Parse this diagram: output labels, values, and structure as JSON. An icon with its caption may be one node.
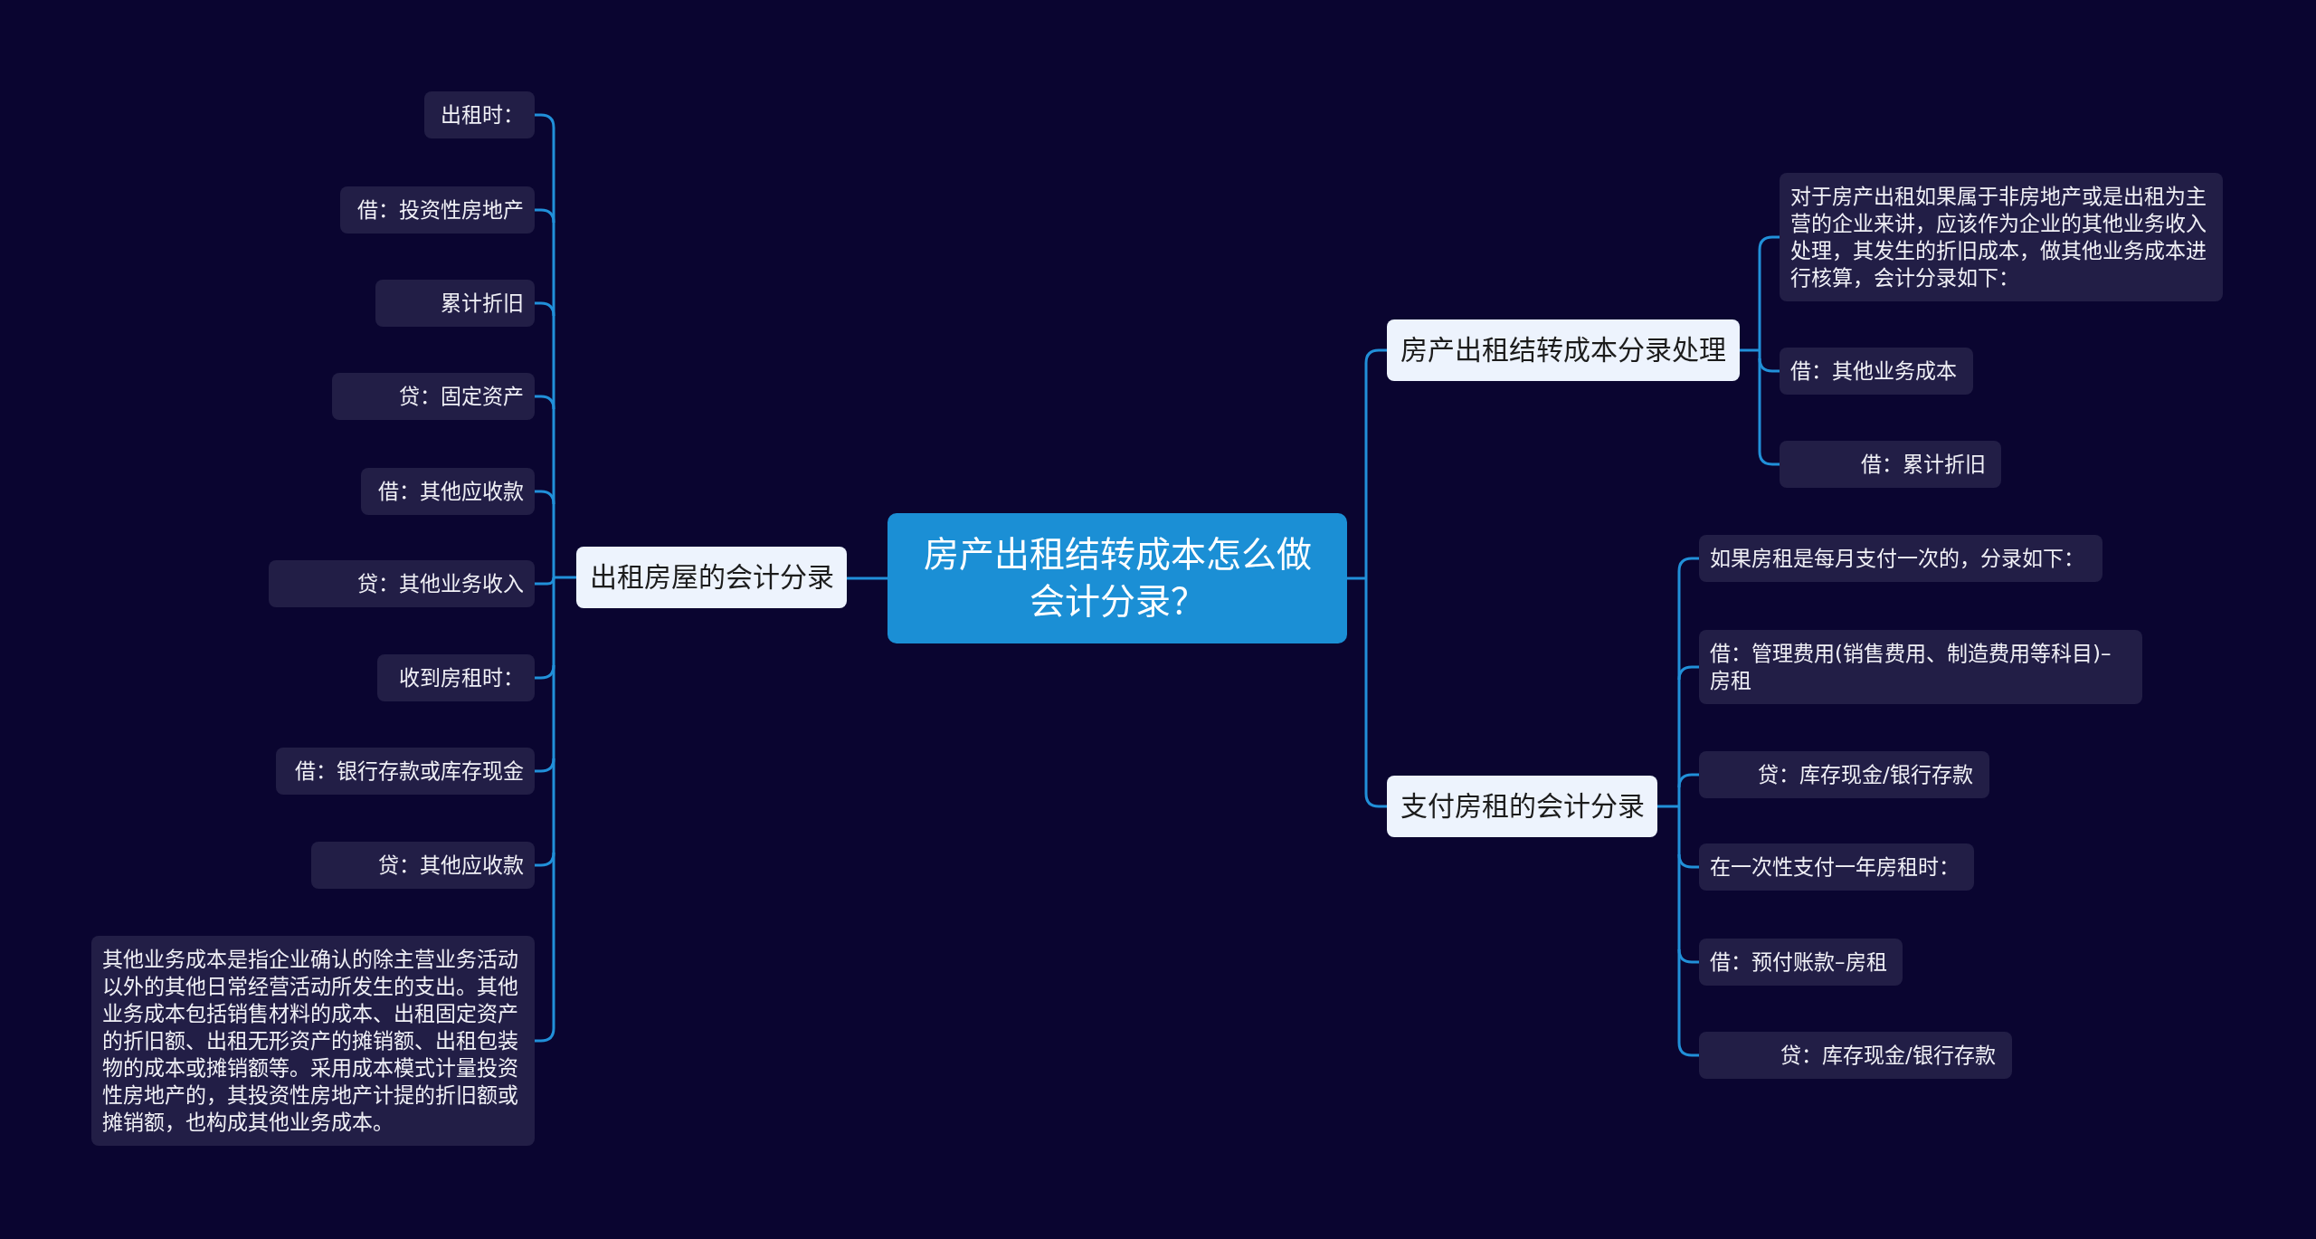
{
  "diagram": {
    "nodes": [
      {
        "text": [
          "房产出租结转成本怎么做会计分录？"
        ]
      },
      {
        "text": [
          "出租房屋的会计分录"
        ]
      },
      {
        "text": [
          "出租时："
        ]
      },
      {
        "text": [
          "借：投资性房地产"
        ]
      },
      {
        "text": [
          "累计折旧"
        ]
      },
      {
        "text": [
          "贷：固定资产"
        ]
      },
      {
        "text": [
          "借：其他应收款"
        ]
      },
      {
        "text": [
          "贷：其他业务收入"
        ]
      },
      {
        "text": [
          "收到房租时："
        ]
      },
      {
        "text": [
          "借：银行存款或库存现金"
        ]
      },
      {
        "text": [
          "贷：其他应收款"
        ]
      },
      {
        "text": [
          "其他业务成本是指企业确认的除主营业务活动以外的其他日常经营活动所发生的支出。其他业务成本包括销售材料的成本、出租固定资产的折旧额、出租无形资产的摊销额、出租包装物的成本或摊销额等。采用成本模式计量投资性房地产的，其投资性房地产计提的折旧额或摊销额，也构成其他业务成本。"
        ]
      },
      {
        "text": [
          "房产出租结转成本分录处理"
        ]
      },
      {
        "text": [
          "对于房产出租如果属于非房地产或是出租为主营的企业来讲，应该作为企业的其他业务收入处理，其发生的折旧成本，做其他业务成本进行核算，会计分录如下："
        ]
      },
      {
        "text": [
          "借：其他业务成本"
        ]
      },
      {
        "text": [
          "借：累计折旧"
        ]
      },
      {
        "text": [
          "支付房租的会计分录"
        ]
      },
      {
        "text": [
          "如果房租是每月支付一次的，分录如下："
        ]
      },
      {
        "text": [
          "借：管理费用(销售费用、制造费用等科目)–房租"
        ]
      },
      {
        "text": [
          "贷：库存现金/银行存款"
        ]
      },
      {
        "text": [
          "在一次性支付一年房租时："
        ]
      },
      {
        "text": [
          "借：预付账款–房租"
        ]
      },
      {
        "text": [
          "贷：库存现金/银行存款"
        ]
      }
    ],
    "edges": [
      {
        "from": 0,
        "to": 1,
        "arrow": "none"
      },
      {
        "from": 1,
        "to": 2,
        "arrow": "none"
      },
      {
        "from": 1,
        "to": 3,
        "arrow": "none"
      },
      {
        "from": 1,
        "to": 4,
        "arrow": "none"
      },
      {
        "from": 1,
        "to": 5,
        "arrow": "none"
      },
      {
        "from": 1,
        "to": 6,
        "arrow": "none"
      },
      {
        "from": 1,
        "to": 7,
        "arrow": "none"
      },
      {
        "from": 1,
        "to": 8,
        "arrow": "none"
      },
      {
        "from": 1,
        "to": 9,
        "arrow": "none"
      },
      {
        "from": 1,
        "to": 10,
        "arrow": "none"
      },
      {
        "from": 1,
        "to": 11,
        "arrow": "none"
      },
      {
        "from": 0,
        "to": 12,
        "arrow": "none"
      },
      {
        "from": 12,
        "to": 13,
        "arrow": "none"
      },
      {
        "from": 12,
        "to": 14,
        "arrow": "none"
      },
      {
        "from": 12,
        "to": 15,
        "arrow": "none"
      },
      {
        "from": 0,
        "to": 16,
        "arrow": "none"
      },
      {
        "from": 16,
        "to": 17,
        "arrow": "none"
      },
      {
        "from": 16,
        "to": 18,
        "arrow": "none"
      },
      {
        "from": 16,
        "to": 19,
        "arrow": "none"
      },
      {
        "from": 16,
        "to": 20,
        "arrow": "none"
      },
      {
        "from": 16,
        "to": 21,
        "arrow": "none"
      },
      {
        "from": 16,
        "to": 22,
        "arrow": "none"
      }
    ]
  }
}
